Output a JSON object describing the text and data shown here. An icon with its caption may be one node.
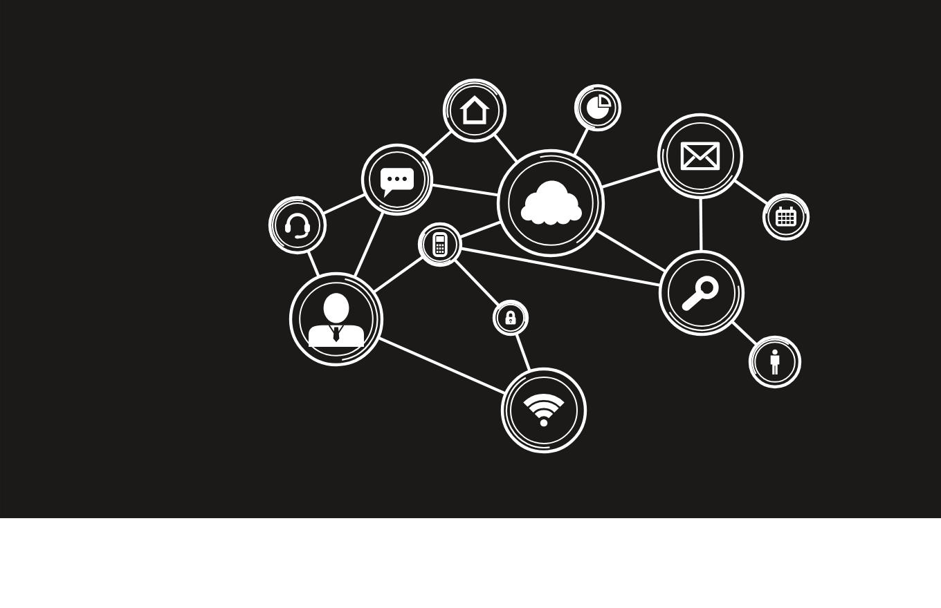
{
  "diagram": {
    "nodes": [
      {
        "text": [],
        "shape": "circle"
      },
      {
        "text": [],
        "shape": "circle"
      },
      {
        "text": [],
        "shape": "circle"
      },
      {
        "text": [],
        "shape": "circle"
      },
      {
        "text": [],
        "shape": "circle"
      },
      {
        "text": [],
        "shape": "circle"
      },
      {
        "text": [],
        "shape": "circle"
      },
      {
        "text": [],
        "shape": "circle"
      },
      {
        "text": [],
        "shape": "circle"
      },
      {
        "text": [],
        "shape": "circle"
      },
      {
        "text": [],
        "shape": "circle"
      },
      {
        "text": [],
        "shape": "circle"
      },
      {
        "text": [],
        "shape": "circle"
      }
    ],
    "edges": [
      {
        "from": 0,
        "to": 3,
        "arrow": "none"
      },
      {
        "from": 0,
        "to": 4,
        "arrow": "none"
      },
      {
        "from": 1,
        "to": 4,
        "arrow": "none"
      },
      {
        "from": 3,
        "to": 4,
        "arrow": "none"
      },
      {
        "from": 4,
        "to": 2,
        "arrow": "none"
      },
      {
        "from": 2,
        "to": 5,
        "arrow": "none"
      },
      {
        "from": 3,
        "to": 6,
        "arrow": "none"
      },
      {
        "from": 3,
        "to": 9,
        "arrow": "none"
      },
      {
        "from": 6,
        "to": 9,
        "arrow": "none"
      },
      {
        "from": 7,
        "to": 4,
        "arrow": "none"
      },
      {
        "from": 7,
        "to": 8,
        "arrow": "none"
      },
      {
        "from": 7,
        "to": 9,
        "arrow": "none"
      },
      {
        "from": 7,
        "to": 10,
        "arrow": "none"
      },
      {
        "from": 4,
        "to": 8,
        "arrow": "none"
      },
      {
        "from": 2,
        "to": 8,
        "arrow": "none"
      },
      {
        "from": 8,
        "to": 11,
        "arrow": "none"
      },
      {
        "from": 10,
        "to": 12,
        "arrow": "none"
      },
      {
        "from": 9,
        "to": 12,
        "arrow": "none"
      }
    ]
  }
}
